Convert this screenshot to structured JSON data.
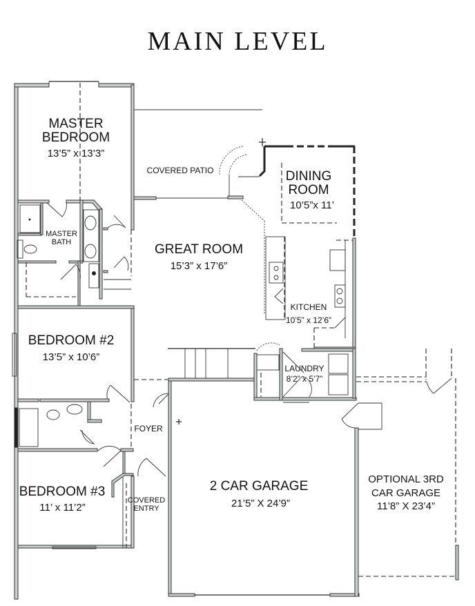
{
  "header": {
    "title": "MAIN LEVEL"
  },
  "rooms": {
    "master_bedroom": {
      "name_line1": "MASTER",
      "name_line2": "BEDROOM",
      "dims": "13’5” x 13’3”"
    },
    "covered_patio": {
      "name": "COVERED PATIO"
    },
    "dining_room": {
      "name_line1": "DINING",
      "name_line2": "ROOM",
      "dims": "10’5”x 11’"
    },
    "master_bath": {
      "name_line1": "MASTER",
      "name_line2": "BATH"
    },
    "great_room": {
      "name": "GREAT ROOM",
      "dims": "15’3” x 17’6”"
    },
    "kitchen": {
      "name": "KITCHEN",
      "dims": "10’5” x 12’6”"
    },
    "bedroom_2": {
      "name": "BEDROOM #2",
      "dims": "13’5” x 10’6”"
    },
    "laundry": {
      "name": "LAUNDRY",
      "dims": "8’2” x 5’7”"
    },
    "foyer": {
      "name": "FOYER"
    },
    "bedroom_3": {
      "name": "BEDROOM #3",
      "dims": "11’ x 11’2”"
    },
    "covered_entry": {
      "name_line1": "COVERED",
      "name_line2": "ENTRY"
    },
    "two_car_garage": {
      "name": "2 CAR GARAGE",
      "dims": "21’5” X 24’9”"
    },
    "optional_garage": {
      "name_line1": "OPTIONAL 3RD",
      "name_line2": "CAR GARAGE",
      "dims": "11’8” X 23’4”"
    }
  },
  "colors": {
    "wall_fill": "#c8cfcc",
    "line": "#222222",
    "background": "#ffffff"
  }
}
